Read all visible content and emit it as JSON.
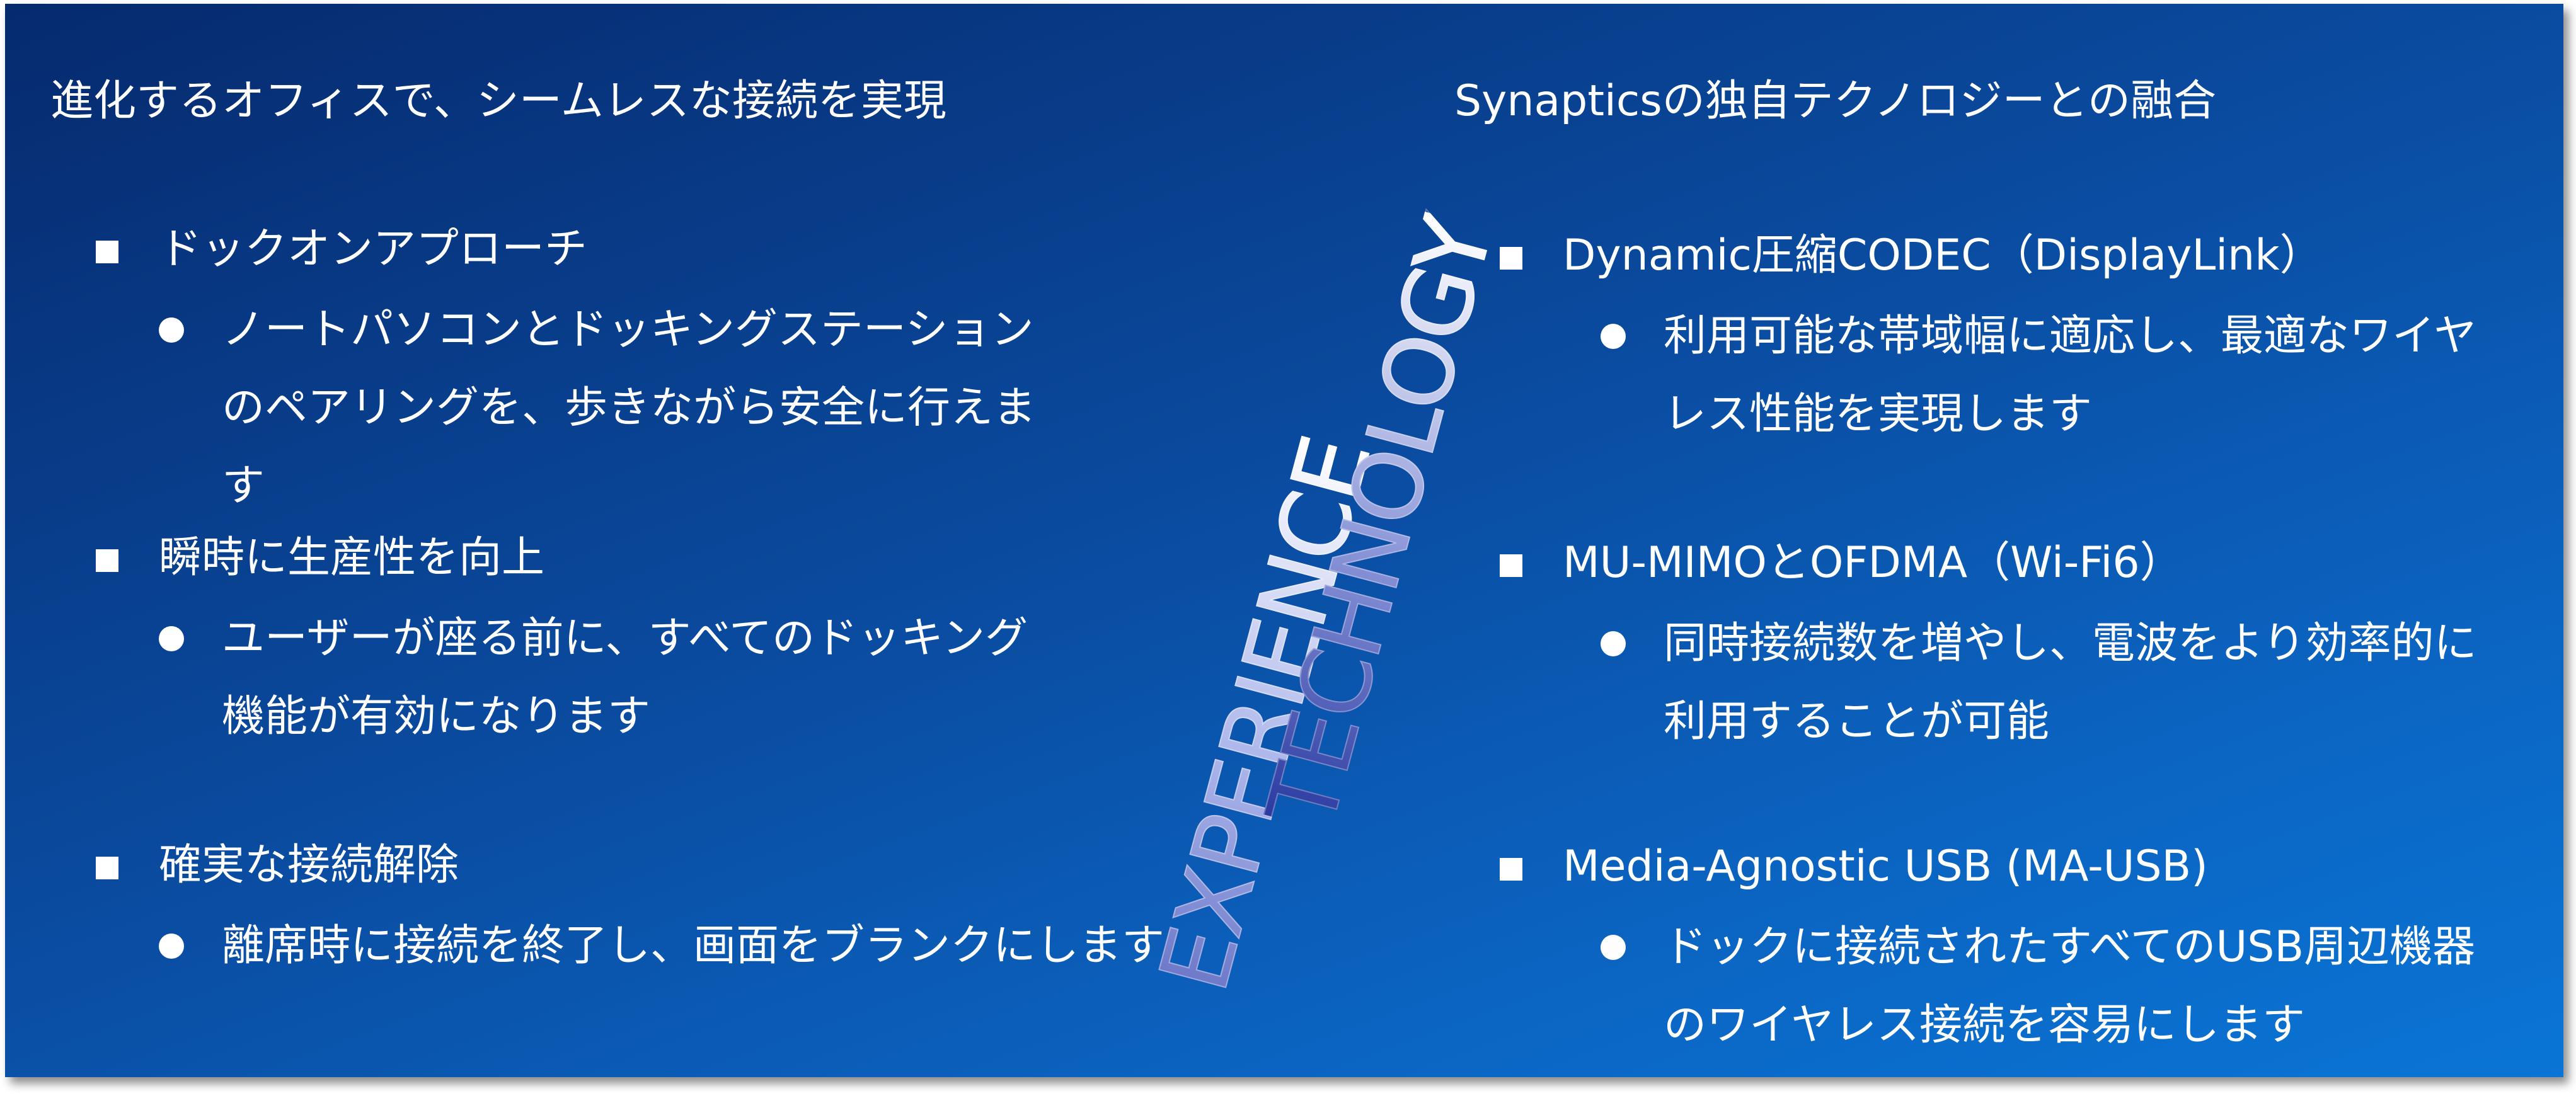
{
  "left": {
    "heading": "進化するオフィスで、シームレスな接続を実現",
    "items": [
      {
        "title": "ドックオンアプローチ",
        "desc": "ノートパソコンとドッキングステーションのペアリングを、歩きながら安全に行えます"
      },
      {
        "title": "瞬時に生産性を向上",
        "desc": "ユーザーが座る前に、すべてのドッキング機能が有効になります"
      },
      {
        "title": "確実な接続解除",
        "desc": "離席時に接続を終了し、画面をブランクにします"
      }
    ]
  },
  "right": {
    "heading": "Synapticsの独自テクノロジーとの融合",
    "items": [
      {
        "title": "Dynamic圧縮CODEC（DisplayLink）",
        "desc": "利用可能な帯域幅に適応し、最適なワイヤレス性能を実現します"
      },
      {
        "title": "MU-MIMOとOFDMA（Wi-Fi6）",
        "desc": "同時接続数を増やし、電波をより効率的に利用することが可能"
      },
      {
        "title": "Media-Agnostic USB (MA-USB)",
        "desc": "ドックに接続されたすべてのUSB周辺機器のワイヤレス接続を容易にします"
      }
    ]
  },
  "center": {
    "word_experience": "EXPERIENCE",
    "word_technology": "TECHNOLOGY"
  },
  "colors": {
    "background_dark": "#062a6e",
    "background_light": "#0a75d6",
    "text": "#ffffff"
  }
}
